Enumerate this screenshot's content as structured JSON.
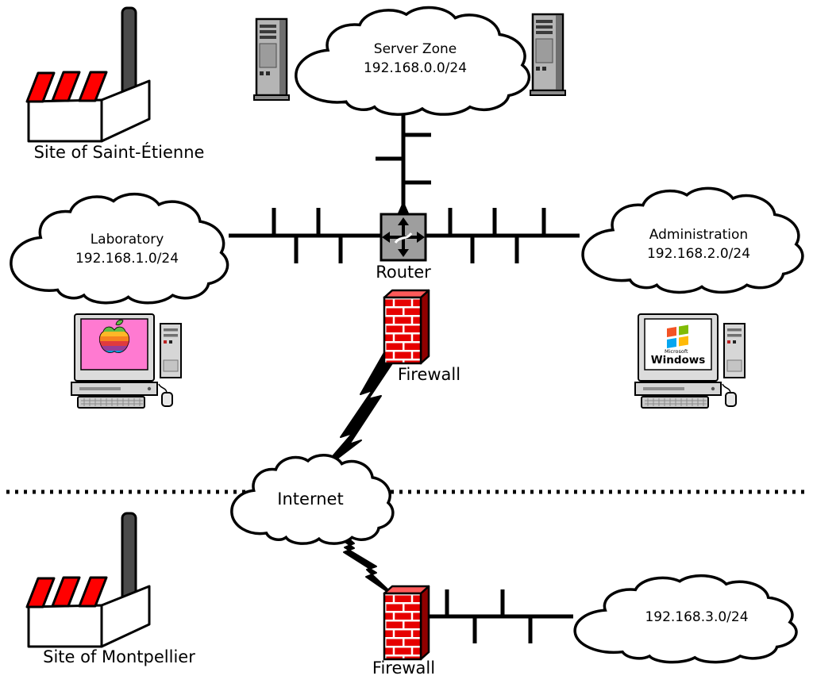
{
  "sites": {
    "saint_etienne": "Site of Saint-Étienne",
    "montpellier": "Site of Montpellier"
  },
  "clouds": {
    "server_zone": {
      "name": "Server Zone",
      "subnet": "192.168.0.0/24"
    },
    "laboratory": {
      "name": "Laboratory",
      "subnet": "192.168.1.0/24"
    },
    "administration": {
      "name": "Administration",
      "subnet": "192.168.2.0/24"
    },
    "internet": {
      "name": "Internet"
    },
    "montpellier_lan": {
      "subnet": "192.168.3.0/24"
    }
  },
  "devices": {
    "router": {
      "label": "Router"
    },
    "firewall_main": {
      "label": "Firewall"
    },
    "firewall_branch": {
      "label": "Firewall"
    },
    "windows_pc": {
      "brand_small": "Microsoft",
      "brand": "Windows"
    }
  },
  "colors": {
    "roof_red": "#ff0000",
    "brick_red": "#e60000",
    "router_gray": "#9e9e9e",
    "mac_screen_pink": "#ff7ad1",
    "apple_stripes": {
      "green": "#61bb46",
      "yellow": "#fdb827",
      "orange": "#f5821f",
      "red": "#e03a3e",
      "purple": "#963d97",
      "blue": "#009ddc"
    },
    "windows_flag": {
      "red": "#f35325",
      "green": "#81bc06",
      "blue": "#05a6f0",
      "yellow": "#ffba08"
    }
  }
}
